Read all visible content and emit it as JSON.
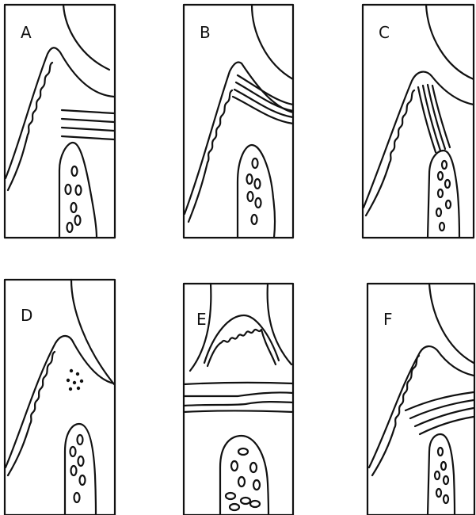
{
  "figure": {
    "ink_color": "#111111",
    "background_color": "#ffffff",
    "panels": [
      {
        "label": "A"
      },
      {
        "label": "B"
      },
      {
        "label": "C"
      },
      {
        "label": "D"
      },
      {
        "label": "E"
      },
      {
        "label": "F"
      }
    ]
  }
}
